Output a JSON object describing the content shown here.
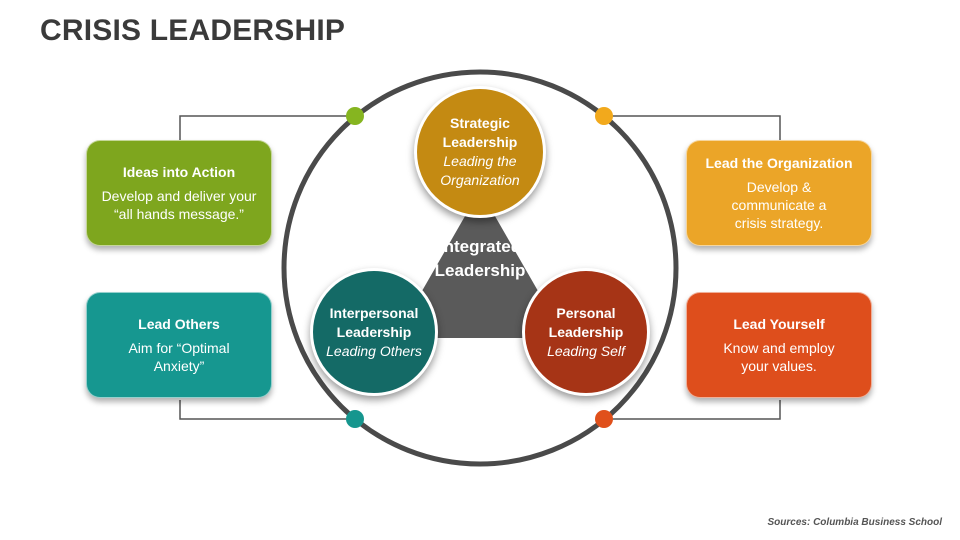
{
  "title": "CRISIS LEADERSHIP",
  "center": {
    "label": "Integrated\nLeadership",
    "color": "#5a5a5a"
  },
  "circles": {
    "strategic": {
      "title": "Strategic\nLeadership",
      "subtitle": "Leading the\nOrganization",
      "color": "#c48a12"
    },
    "interpersonal": {
      "title": "Interpersonal\nLeadership",
      "subtitle": "Leading Others",
      "color": "#146a66"
    },
    "personal": {
      "title": "Personal\nLeadership",
      "subtitle": "Leading Self",
      "color": "#a63416"
    }
  },
  "boxes": {
    "ideas": {
      "title": "Ideas into Action",
      "body": "Develop and deliver your\n“all hands message.”",
      "color": "#7ea61e",
      "dot": "#86b520"
    },
    "lead_org": {
      "title": "Lead the Organization",
      "body": "Develop &\ncommunicate a\ncrisis strategy.",
      "color": "#eba528",
      "dot": "#f2a91c"
    },
    "lead_others": {
      "title": "Lead Others",
      "body": "Aim for “Optimal\nAnxiety”",
      "color": "#169790",
      "dot": "#16968e"
    },
    "lead_yourself": {
      "title": "Lead Yourself",
      "body": "Know and employ\nyour values.",
      "color": "#de4e1c",
      "dot": "#e0501b"
    }
  },
  "source": "Sources: Columbia Business School"
}
